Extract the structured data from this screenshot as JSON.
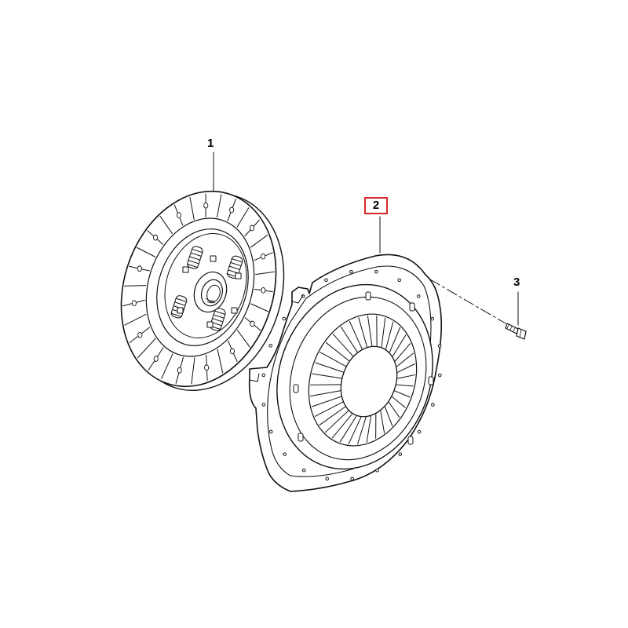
{
  "diagram": {
    "callouts": [
      {
        "id": "1",
        "label": "1",
        "highlighted": false
      },
      {
        "id": "2",
        "label": "2",
        "highlighted": true
      },
      {
        "id": "3",
        "label": "3",
        "highlighted": false
      }
    ],
    "highlight_color": "#d8262e",
    "line_color": "#111111"
  }
}
